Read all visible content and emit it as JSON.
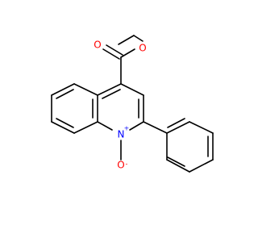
{
  "structure": {
    "atoms": [
      {
        "id": "O_ether",
        "symbol": "O",
        "color": "#ff0000"
      },
      {
        "id": "O_carbonyl",
        "symbol": "O",
        "color": "#ff0000"
      },
      {
        "id": "N1",
        "symbol": "N",
        "charge": "+",
        "color": "#0000ff"
      },
      {
        "id": "O_oxide",
        "symbol": "O",
        "charge": "-",
        "color": "#ff0000"
      }
    ],
    "bond_color": "#000000",
    "background": "#ffffff"
  }
}
